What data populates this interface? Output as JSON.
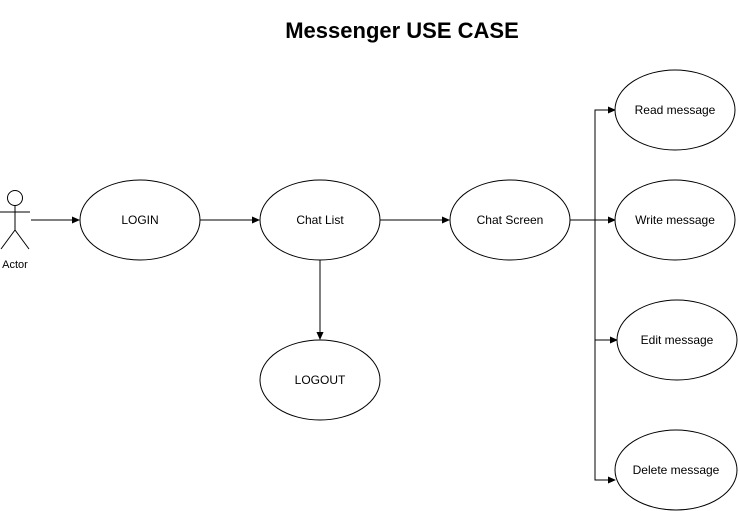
{
  "title": "Messenger USE CASE",
  "actor": {
    "label": "Actor"
  },
  "use_cases": {
    "login": "LOGIN",
    "chat_list": "Chat List",
    "logout": "LOGOUT",
    "chat_screen": "Chat Screen",
    "read_message": "Read message",
    "write_message": "Write message",
    "edit_message": "Edit message",
    "delete_message": "Delete message"
  },
  "colors": {
    "stroke": "#000000",
    "fill": "#ffffff",
    "background": "#ffffff"
  }
}
